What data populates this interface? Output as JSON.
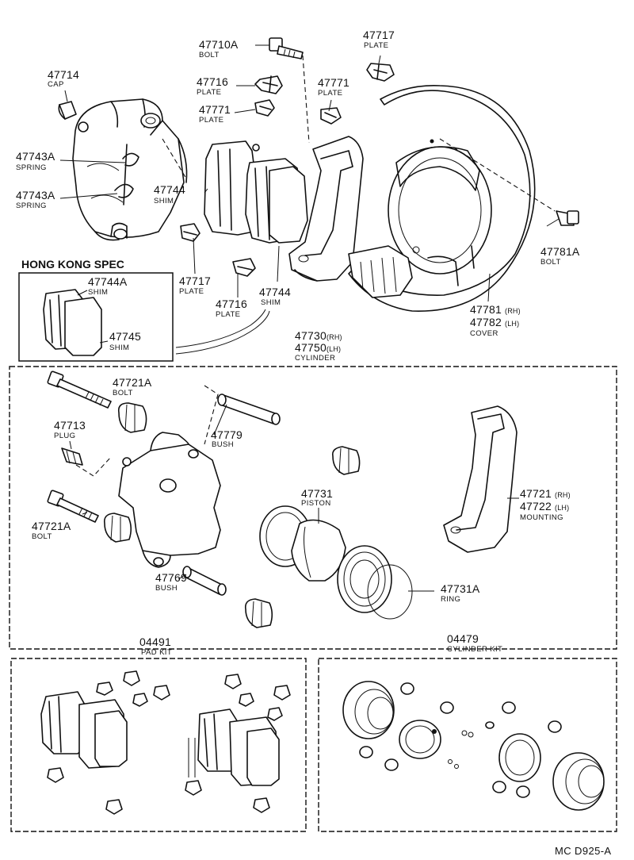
{
  "groups": {
    "hong_kong": "HONG KONG SPEC",
    "pad_kit": {
      "num": "04491",
      "label": "PAD KIT"
    },
    "cylinder_kit": {
      "num": "04479",
      "label": "CYLINDER KIT"
    }
  },
  "parts": [
    {
      "id": "p47710A",
      "num": "47710A",
      "label": "BOLT"
    },
    {
      "id": "p47717a",
      "num": "47717",
      "label": "PLATE"
    },
    {
      "id": "p47714",
      "num": "47714",
      "label": "CAP"
    },
    {
      "id": "p47716a",
      "num": "47716",
      "label": "PLATE"
    },
    {
      "id": "p47771a",
      "num": "47771",
      "label": "PLATE"
    },
    {
      "id": "p47771b",
      "num": "47771",
      "label": "PLATE"
    },
    {
      "id": "p47743Aa",
      "num": "47743A",
      "label": "SPRING"
    },
    {
      "id": "p47743Ab",
      "num": "47743A",
      "label": "SPRING"
    },
    {
      "id": "p47744a",
      "num": "47744",
      "label": "SHIM"
    },
    {
      "id": "p47781A",
      "num": "47781A",
      "label": "BOLT"
    },
    {
      "id": "p47744A",
      "num": "47744A",
      "label": "SHIM"
    },
    {
      "id": "p47745",
      "num": "47745",
      "label": "SHIM"
    },
    {
      "id": "p47717b",
      "num": "47717",
      "label": "PLATE"
    },
    {
      "id": "p47716b",
      "num": "47716",
      "label": "PLATE"
    },
    {
      "id": "p47744b",
      "num": "47744",
      "label": "SHIM"
    },
    {
      "id": "p47721Aa",
      "num": "47721A",
      "label": "BOLT"
    },
    {
      "id": "p47713",
      "num": "47713",
      "label": "PLUG"
    },
    {
      "id": "p47779",
      "num": "47779",
      "label": "BUSH"
    },
    {
      "id": "p47731",
      "num": "47731",
      "label": "PISTON"
    },
    {
      "id": "p47721Ab",
      "num": "47721A",
      "label": "BOLT"
    },
    {
      "id": "p47769",
      "num": "47769",
      "label": "BUSH"
    },
    {
      "id": "p47731A",
      "num": "47731A",
      "label": "RING"
    }
  ],
  "multi": {
    "cover": {
      "num1": "47781",
      "sup1": "(RH)",
      "num2": "47782",
      "sup2": "(LH)",
      "label": "COVER"
    },
    "cylinder": {
      "num1": "47730",
      "sup1": "(RH)",
      "num2": "47750",
      "sup2": "(LH)",
      "label": "CYLINDER"
    },
    "mounting": {
      "num1": "47721",
      "sup1": "(RH)",
      "num2": "47722",
      "sup2": "(LH)",
      "label": "MOUNTING"
    }
  },
  "diagram_code": "MC D925-A"
}
